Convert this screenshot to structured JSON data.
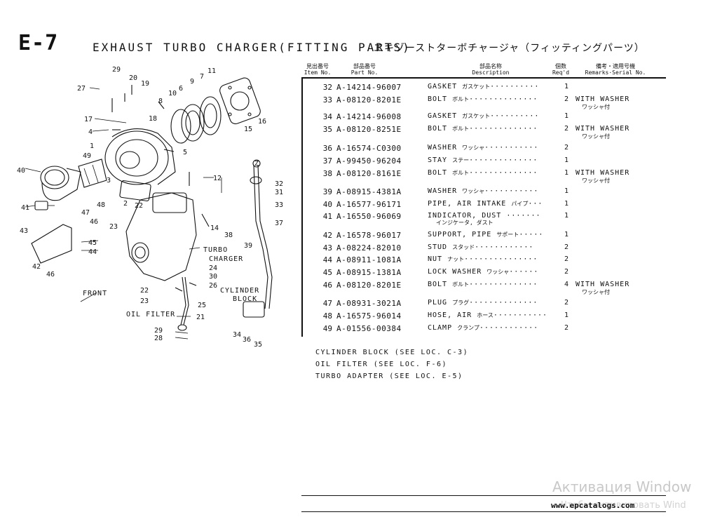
{
  "header": {
    "code": "E-7",
    "title": "EXHAUST TURBO CHARGER(FITTING PARTS)",
    "title_ja": "エキゾーストターボチャージャ（フィッティングパーツ）"
  },
  "table": {
    "headers": {
      "item_ja": "見出番号",
      "item": "Item No.",
      "part_ja": "部品番号",
      "part": "Part No.",
      "desc_ja": "部品名称",
      "desc": "Description",
      "req_ja": "個数",
      "req": "Req'd",
      "remarks_ja": "備考・適用号機",
      "remarks": "Remarks·Serial No."
    },
    "rows": [
      {
        "item": "32",
        "part": "A-14214-96007",
        "desc": "GASKET",
        "desc_ja": "ガスケット",
        "dots": "··········",
        "qty": "1",
        "remarks": "",
        "remarks_ja": ""
      },
      {
        "item": "33",
        "part": "A-08120-8201E",
        "desc": "BOLT",
        "desc_ja": "ボルト",
        "dots": "··············",
        "qty": "2",
        "remarks": "WITH WASHER",
        "remarks_ja": "ワッシャ付"
      },
      {
        "item": "34",
        "part": "A-14214-96008",
        "desc": "GASKET",
        "desc_ja": "ガスケット",
        "dots": "··········",
        "qty": "1",
        "remarks": "",
        "remarks_ja": ""
      },
      {
        "item": "35",
        "part": "A-08120-8251E",
        "desc": "BOLT",
        "desc_ja": "ボルト",
        "dots": "··············",
        "qty": "2",
        "remarks": "WITH WASHER",
        "remarks_ja": "ワッシャ付"
      },
      {
        "item": "36",
        "part": "A-16574-C0300",
        "desc": "WASHER",
        "desc_ja": "ワッシャ",
        "dots": "···········",
        "qty": "2",
        "remarks": "",
        "remarks_ja": ""
      },
      {
        "item": "37",
        "part": "A-99450-96204",
        "desc": "STAY",
        "desc_ja": "ステー",
        "dots": "··············",
        "qty": "1",
        "remarks": "",
        "remarks_ja": ""
      },
      {
        "item": "38",
        "part": "A-08120-8161E",
        "desc": "BOLT",
        "desc_ja": "ボルト",
        "dots": "··············",
        "qty": "1",
        "remarks": "WITH WASHER",
        "remarks_ja": "ワッシャ付"
      },
      {
        "item": "39",
        "part": "A-08915-4381A",
        "desc": "WASHER",
        "desc_ja": "ワッシャ",
        "dots": "···········",
        "qty": "1",
        "remarks": "",
        "remarks_ja": ""
      },
      {
        "item": "40",
        "part": "A-16577-96171",
        "desc": "PIPE, AIR INTAKE",
        "desc_ja": "パイプ",
        "dots": "···",
        "qty": "1",
        "remarks": "",
        "remarks_ja": ""
      },
      {
        "item": "41",
        "part": "A-16550-96069",
        "desc": "INDICATOR, DUST",
        "desc_ja": "",
        "dots": "·······",
        "qty": "1",
        "remarks": "",
        "remarks_ja": "",
        "desc_ja2": "インジケータ, ダスト"
      },
      {
        "item": "42",
        "part": "A-16578-96017",
        "desc": "SUPPORT, PIPE",
        "desc_ja": "サポート",
        "dots": "·····",
        "qty": "1",
        "remarks": "",
        "remarks_ja": ""
      },
      {
        "item": "43",
        "part": "A-08224-82010",
        "desc": "STUD",
        "desc_ja": "スタッド",
        "dots": "············",
        "qty": "2",
        "remarks": "",
        "remarks_ja": ""
      },
      {
        "item": "44",
        "part": "A-08911-1081A",
        "desc": "NUT",
        "desc_ja": "ナット",
        "dots": "···············",
        "qty": "2",
        "remarks": "",
        "remarks_ja": ""
      },
      {
        "item": "45",
        "part": "A-08915-1381A",
        "desc": "LOCK WASHER",
        "desc_ja": "ワッシャ",
        "dots": "······",
        "qty": "2",
        "remarks": "",
        "remarks_ja": ""
      },
      {
        "item": "46",
        "part": "A-08120-8201E",
        "desc": "BOLT",
        "desc_ja": "ボルト",
        "dots": "··············",
        "qty": "4",
        "remarks": "WITH WASHER",
        "remarks_ja": "ワッシャ付"
      },
      {
        "item": "47",
        "part": "A-08931-3021A",
        "desc": "PLUG",
        "desc_ja": "プラグ",
        "dots": "··············",
        "qty": "2",
        "remarks": "",
        "remarks_ja": ""
      },
      {
        "item": "48",
        "part": "A-16575-96014",
        "desc": "HOSE, AIR",
        "desc_ja": "ホース",
        "dots": "···········",
        "qty": "1",
        "remarks": "",
        "remarks_ja": ""
      },
      {
        "item": "49",
        "part": "A-01556-00384",
        "desc": "CLAMP",
        "desc_ja": "クランプ",
        "dots": "············",
        "qty": "2",
        "remarks": "",
        "remarks_ja": ""
      }
    ]
  },
  "references": [
    "CYLINDER BLOCK (SEE LOC. C-3)",
    "OIL FILTER (SEE LOC. F-6)",
    "TURBO ADAPTER (SEE LOC. E-5)"
  ],
  "diagram": {
    "label_turbo_1": "TURBO",
    "label_turbo_2": "CHARGER",
    "label_cylinder_1": "CYLINDER",
    "label_cylinder_2": "BLOCK",
    "label_oil_filter": "OIL FILTER",
    "label_front": "FRONT",
    "callouts": {
      "c29a": "29",
      "c20": "20",
      "c19": "19",
      "c27": "27",
      "c10": "10",
      "c6": "6",
      "c9": "9",
      "c7": "7",
      "c11": "11",
      "c17": "17",
      "c18": "18",
      "c8": "8",
      "c4": "4",
      "c1": "1",
      "c5": "5",
      "c49": "49",
      "c15": "15",
      "c16": "16",
      "c40": "40",
      "c3": "3",
      "c12": "12",
      "c32": "32",
      "c31": "31",
      "c33": "33",
      "c41": "41",
      "c47": "47",
      "c48": "48",
      "c2": "2",
      "c22a": "22",
      "c46a": "46",
      "c23a": "23",
      "c37": "37",
      "c43": "43",
      "c14": "14",
      "c38": "38",
      "c39": "39",
      "c45": "45",
      "c44": "44",
      "c42": "42",
      "c46b": "46",
      "c24": "24",
      "c30": "30",
      "c26": "26",
      "c22b": "22",
      "c23b": "23",
      "c25": "25",
      "c21": "21",
      "c29b": "29",
      "c28": "28",
      "c34": "34",
      "c36": "36",
      "c35": "35",
      "mark_z": "Z"
    }
  },
  "footer": {
    "site": "www.epcatalogs.com",
    "watermark": "Активация Window",
    "watermark2": "Чтобы активировать Wind"
  }
}
